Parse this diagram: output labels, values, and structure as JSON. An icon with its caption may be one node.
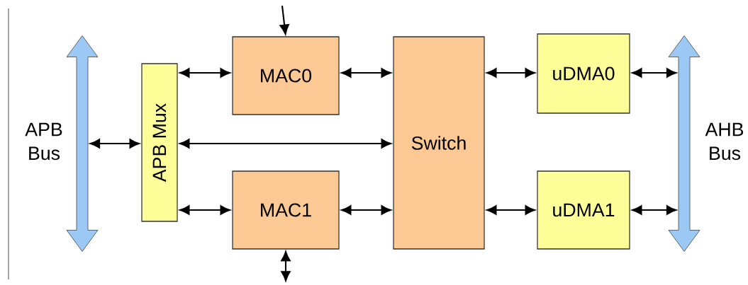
{
  "diagram": {
    "nodes": [
      {
        "text": [],
        "shape": "bar",
        "beside": [
          "APB Bus"
        ]
      },
      {
        "text": [
          "APB Mux"
        ]
      },
      {
        "text": [
          "MAC0"
        ]
      },
      {
        "text": [
          "MAC1"
        ]
      },
      {
        "text": [
          "Switch"
        ]
      },
      {
        "text": [
          "uDMA0"
        ]
      },
      {
        "text": [
          "uDMA1"
        ]
      },
      {
        "text": [],
        "shape": "bar",
        "beside": [
          "AHB Bus"
        ]
      }
    ],
    "edges": [
      {
        "from": 0,
        "to": 1,
        "arrow": "both"
      },
      {
        "from": 1,
        "to": 2,
        "arrow": "both"
      },
      {
        "from": 1,
        "to": 3,
        "arrow": "both"
      },
      {
        "from": 1,
        "to": 4,
        "arrow": "both"
      },
      {
        "from": 2,
        "to": 4,
        "arrow": "both"
      },
      {
        "from": 3,
        "to": 4,
        "arrow": "both"
      },
      {
        "from": 4,
        "to": 5,
        "arrow": "both"
      },
      {
        "from": 4,
        "to": 6,
        "arrow": "both"
      },
      {
        "from": 5,
        "to": 7,
        "arrow": "both"
      },
      {
        "from": 6,
        "to": 7,
        "arrow": "both"
      },
      {
        "from": null,
        "to": 2,
        "arrow": "to"
      },
      {
        "from": 3,
        "to": null,
        "arrow": "both"
      }
    ]
  }
}
